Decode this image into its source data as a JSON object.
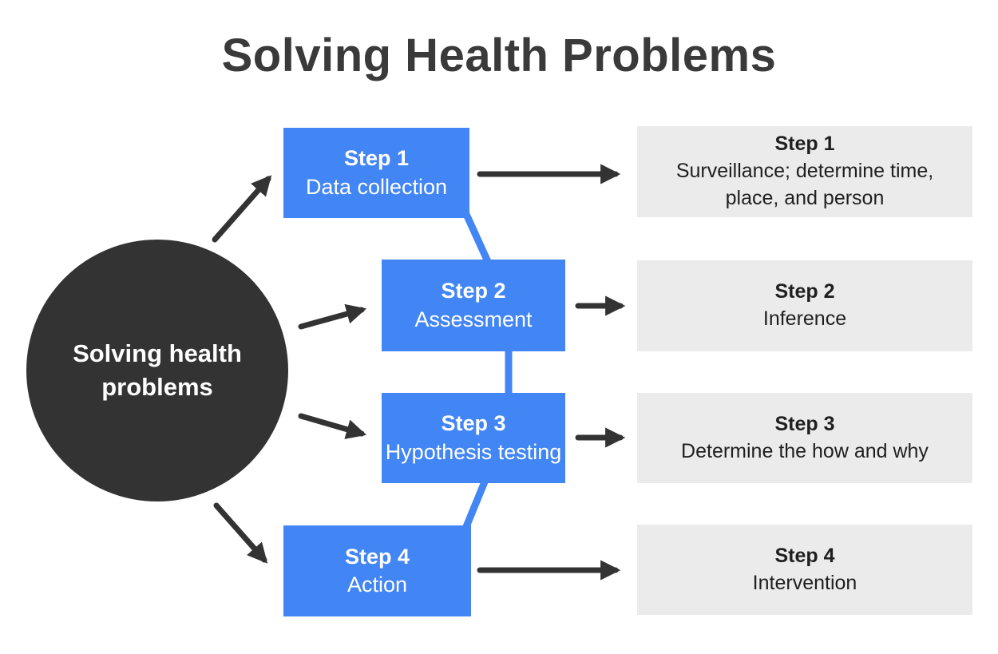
{
  "title": "Solving Health Problems",
  "center": {
    "line1": "Solving health",
    "line2": "problems"
  },
  "steps": [
    {
      "step": "Step 1",
      "action": "Data collection",
      "outcome_step": "Step 1",
      "outcome": "Surveillance; determine time, place, and person"
    },
    {
      "step": "Step 2",
      "action": "Assessment",
      "outcome_step": "Step 2",
      "outcome": "Inference"
    },
    {
      "step": "Step 3",
      "action": "Hypothesis testing",
      "outcome_step": "Step 3",
      "outcome": "Determine the how and why"
    },
    {
      "step": "Step 4",
      "action": "Action",
      "outcome_step": "Step 4",
      "outcome": "Intervention"
    }
  ],
  "colors": {
    "accent_blue": "#4285f4",
    "dark": "#333333",
    "box_gray": "#ebebeb",
    "title_text": "#3a3a3a"
  }
}
